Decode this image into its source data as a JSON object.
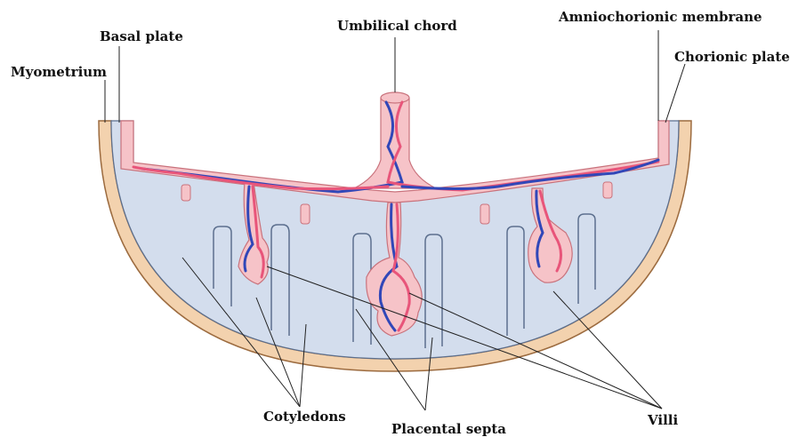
{
  "labels": {
    "umbilical_cord": "Umbilical chord",
    "amniochorionic_membrane": "Amniochorionic membrane",
    "basal_plate": "Basal plate",
    "chorionic_plate": "Chorionic plate",
    "myometrium": "Myometrium",
    "cotyledons": "Cotyledons",
    "placental_septa": "Placental septa",
    "villi": "Villi"
  },
  "colors": {
    "myometrium": "#f3d2ae",
    "myometrium_edge": "#9c6b3f",
    "decidua": "#d3dded",
    "decidua_edge": "#5c6f8e",
    "chorion": "#f6c3c8",
    "chorion_edge": "#c9727c",
    "vessel_red": "#e8557a",
    "vessel_blue": "#3147b8",
    "leader": "#222222"
  }
}
